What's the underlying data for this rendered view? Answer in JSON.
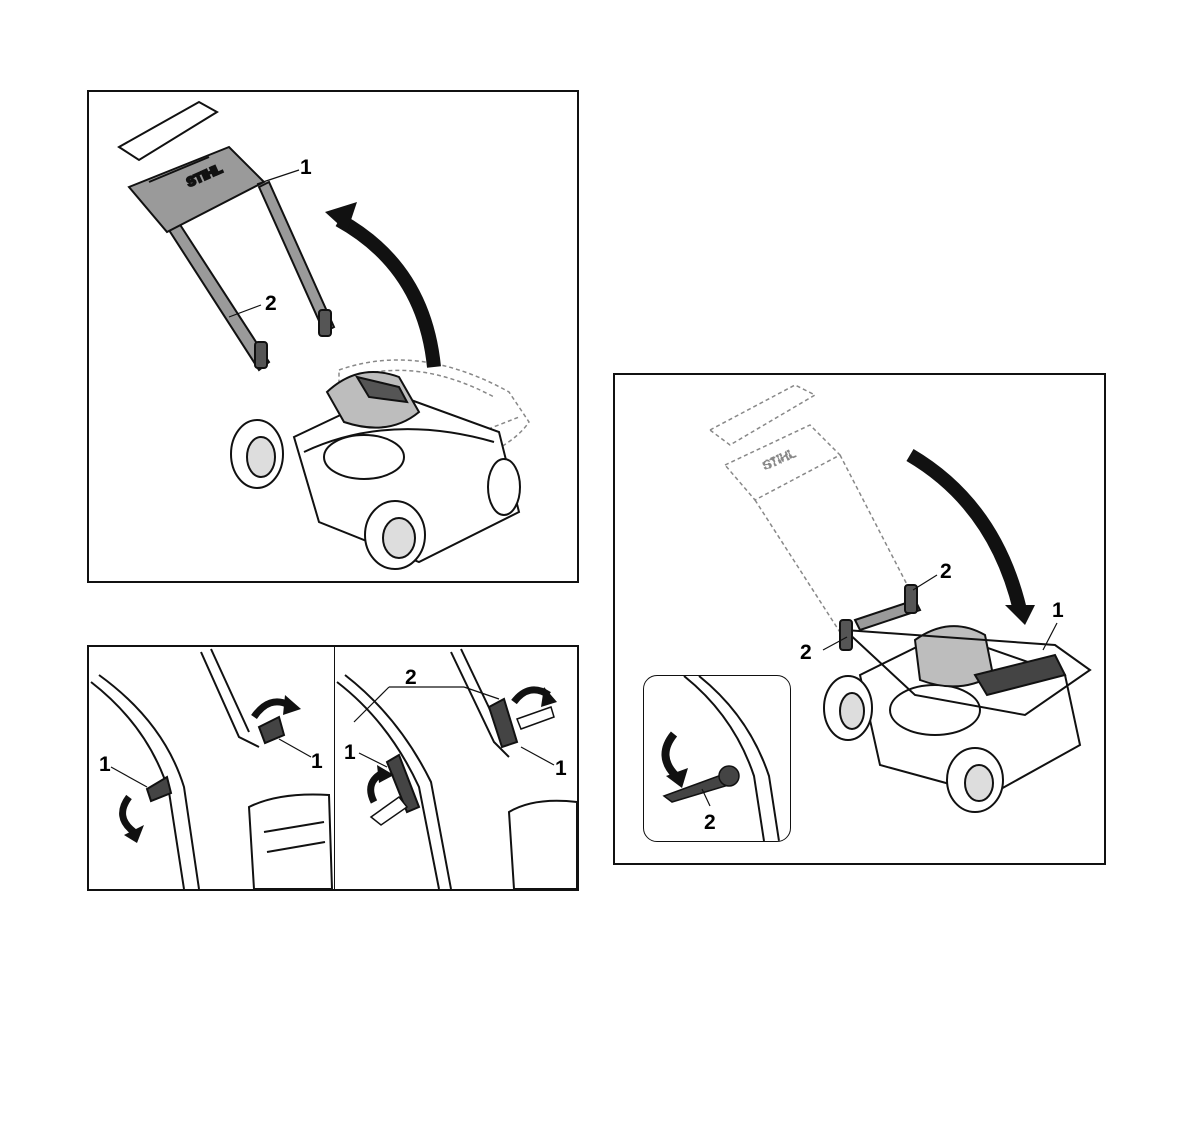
{
  "figure_a": {
    "callouts": {
      "handlebar": "1",
      "lower_handle": "2"
    }
  },
  "figure_b": {
    "left": {
      "clamp_lever": "1"
    },
    "right": {
      "handle_tubes": "2",
      "clamp_lever": "1"
    },
    "middle": {
      "clamp_lever": "1"
    }
  },
  "figure_c": {
    "callouts": {
      "upper_lever": "2",
      "left_lever": "2",
      "handlebar": "1",
      "inset_lever": "2"
    }
  },
  "colors": {
    "line": "#111111",
    "fill_gray": "#9a9a9a",
    "dark_gray": "#444444",
    "ghost": "#888888"
  }
}
